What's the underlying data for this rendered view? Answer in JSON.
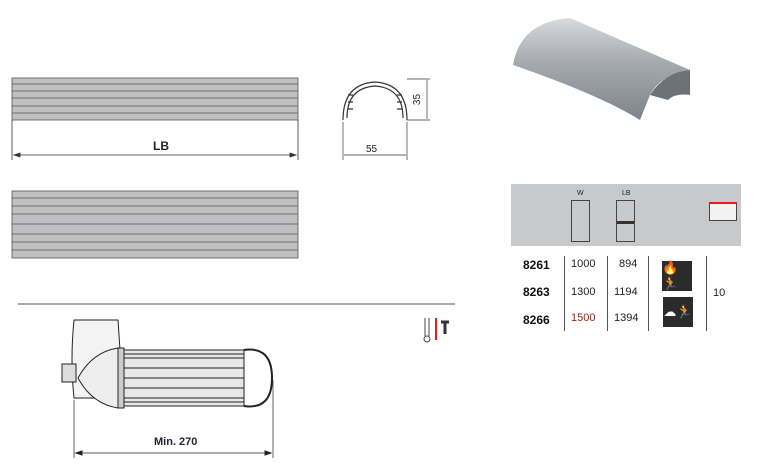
{
  "drawing": {
    "length_label": "LB",
    "height_label": "35",
    "width_label": "55",
    "min_label": "Min. 270"
  },
  "table": {
    "headers": {
      "w": "W",
      "lb": "LB"
    },
    "rows": [
      {
        "code": "8261",
        "w": "1000",
        "lb": "894"
      },
      {
        "code": "8263",
        "w": "1300",
        "lb": "1194"
      },
      {
        "code": "8266",
        "w": "1500",
        "lb": "1394"
      }
    ],
    "pack_qty": "10",
    "icons": [
      "fire-exit-icon",
      "smoke-exit-icon",
      "package-box-icon",
      "tools-icon"
    ]
  },
  "colors": {
    "header_bg": "#c8c9cb",
    "bar": "#bfbfc1",
    "accent": "#e02020"
  }
}
